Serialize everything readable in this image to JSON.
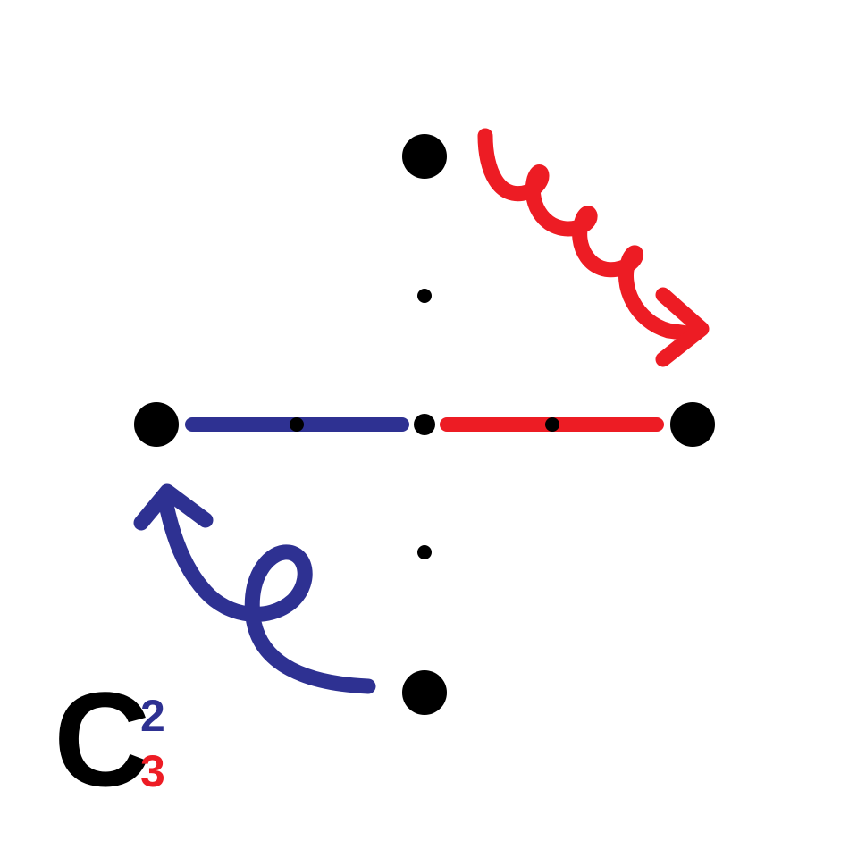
{
  "diagram": {
    "label": {
      "symbol": "C",
      "superscript": "2",
      "subscript": "3"
    },
    "colors": {
      "black": "#000000",
      "blue": "#2e3192",
      "red": "#ed1c24"
    },
    "nodes": {
      "large": [
        "top",
        "left",
        "right",
        "bottom"
      ],
      "small": [
        "upper-mid",
        "left-mid",
        "center",
        "right-mid",
        "lower-mid"
      ]
    },
    "edges": [
      {
        "name": "left-segment",
        "color": "blue"
      },
      {
        "name": "right-segment",
        "color": "red"
      }
    ],
    "arrows": [
      {
        "name": "wavy-arrow",
        "color": "red",
        "from": "top",
        "to": "right"
      },
      {
        "name": "loop-arrow",
        "color": "blue",
        "from": "bottom",
        "to": "left"
      }
    ]
  }
}
